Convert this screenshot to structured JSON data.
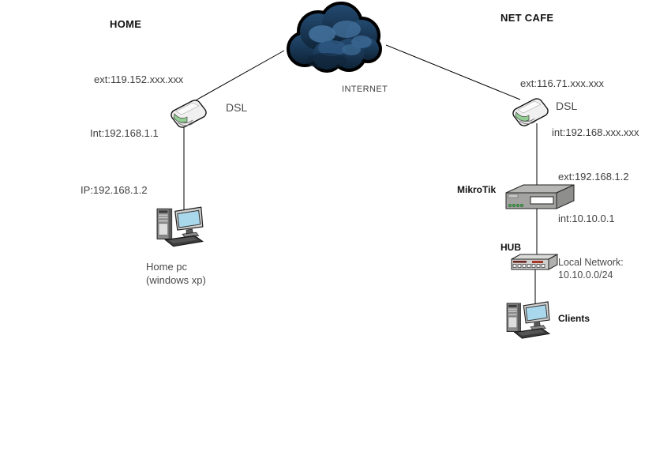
{
  "home": {
    "section_label": "HOME",
    "dsl": {
      "label": "DSL",
      "ext": "ext:119.152.xxx.xxx",
      "int": "Int:192.168.1.1"
    },
    "pc": {
      "ip": "IP:192.168.1.2",
      "name": "Home pc",
      "os": "(windows xp)"
    }
  },
  "internet": {
    "label": "INTERNET"
  },
  "net_cafe": {
    "section_label": "NET CAFE",
    "dsl": {
      "label": "DSL",
      "ext": "ext:116.71.xxx.xxx",
      "int": "int:192.168.xxx.xxx"
    },
    "mikrotik": {
      "label": "MikroTik",
      "ext": "ext:192.168.1.2",
      "int": "int:10.10.0.1"
    },
    "hub": {
      "label": "HUB",
      "network_line1": "Local Network:",
      "network_line2": "10.10.0.0/24"
    },
    "clients": {
      "label": "Clients"
    }
  },
  "colors": {
    "line": "#000000",
    "cloud_dark": "#0f2438",
    "cloud_mid": "#234a70",
    "cloud_light": "#44739f",
    "screen_blue": "#a9d8ec",
    "led_green": "#49a24f",
    "modem_green": "#92cd92",
    "hub_red": "#a83828",
    "hub_maroon": "#6e2420"
  }
}
